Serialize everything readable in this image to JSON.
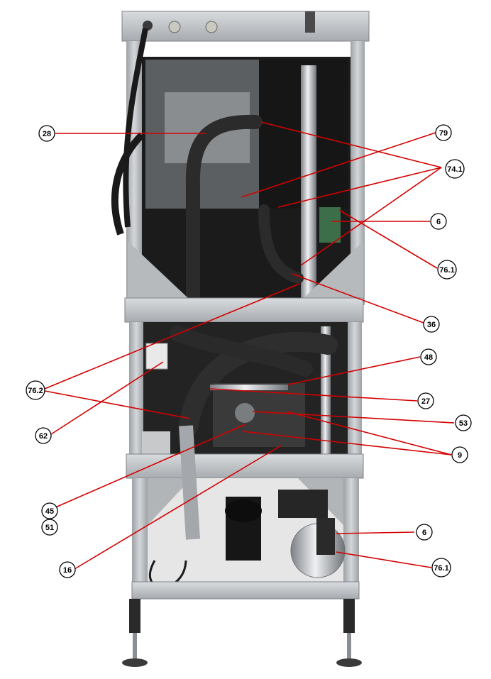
{
  "callouts": [
    {
      "id": "c28",
      "label": "28"
    },
    {
      "id": "c79",
      "label": "79"
    },
    {
      "id": "c741",
      "label": "74.1"
    },
    {
      "id": "c6a",
      "label": "6"
    },
    {
      "id": "c761a",
      "label": "76.1"
    },
    {
      "id": "c36",
      "label": "36"
    },
    {
      "id": "c48",
      "label": "48"
    },
    {
      "id": "c762",
      "label": "76.2"
    },
    {
      "id": "c27",
      "label": "27"
    },
    {
      "id": "c53",
      "label": "53"
    },
    {
      "id": "c9",
      "label": "9"
    },
    {
      "id": "c62",
      "label": "62"
    },
    {
      "id": "c45",
      "label": "45"
    },
    {
      "id": "c51",
      "label": "51"
    },
    {
      "id": "c16",
      "label": "16"
    },
    {
      "id": "c6b",
      "label": "6"
    },
    {
      "id": "c761b",
      "label": "76.1"
    }
  ],
  "colors": {
    "leader": "#d40000",
    "frame": "#b9bcbf",
    "frame_dark": "#8e9296",
    "interior": "#1b1b1b",
    "hose": "#2a2a2a"
  }
}
